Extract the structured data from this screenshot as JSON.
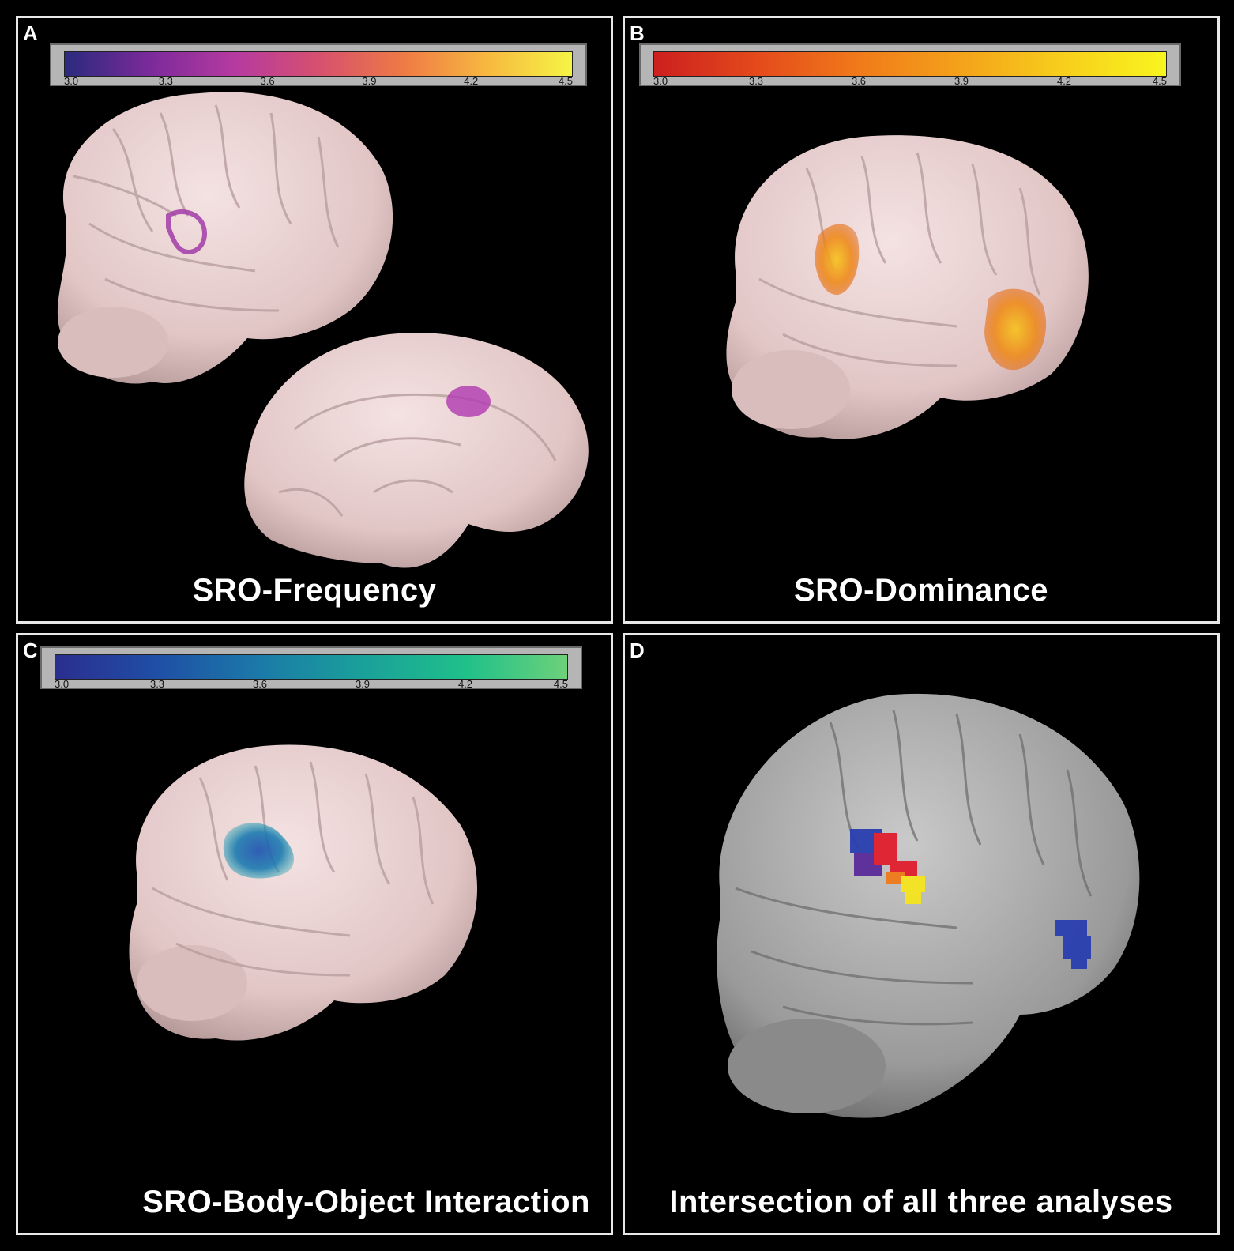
{
  "panels": [
    {
      "letter": "A",
      "caption": "SRO-Frequency",
      "colorbar": {
        "ticks": [
          "3.0",
          "3.3",
          "3.6",
          "3.9",
          "4.2",
          "4.5"
        ],
        "colors": [
          "#2a2a7e",
          "#7b2a9a",
          "#b53aa0",
          "#d6506f",
          "#ee7a45",
          "#f7b840",
          "#f5f545"
        ]
      }
    },
    {
      "letter": "B",
      "caption": "SRO-Dominance",
      "colorbar": {
        "ticks": [
          "3.0",
          "3.3",
          "3.6",
          "3.9",
          "4.2",
          "4.5"
        ],
        "colors": [
          "#cc1f1f",
          "#e44a1c",
          "#f07a1a",
          "#f4a21a",
          "#f7cf1c",
          "#f8f51e"
        ]
      }
    },
    {
      "letter": "C",
      "caption": "SRO-Body-Object Interaction",
      "colorbar": {
        "ticks": [
          "3.0",
          "3.3",
          "3.6",
          "3.9",
          "4.2",
          "4.5"
        ],
        "colors": [
          "#2b2e8e",
          "#1f4fa6",
          "#1b7aa8",
          "#1aa09a",
          "#1fc08a",
          "#6dd17a"
        ]
      }
    },
    {
      "letter": "D",
      "caption": "Intersection of all three analyses"
    }
  ],
  "colors": {
    "brain_surface": "#ead2d2",
    "brain_gray": "#9a9a9a",
    "background": "#000000",
    "panel_border": "#e8e8e8"
  }
}
